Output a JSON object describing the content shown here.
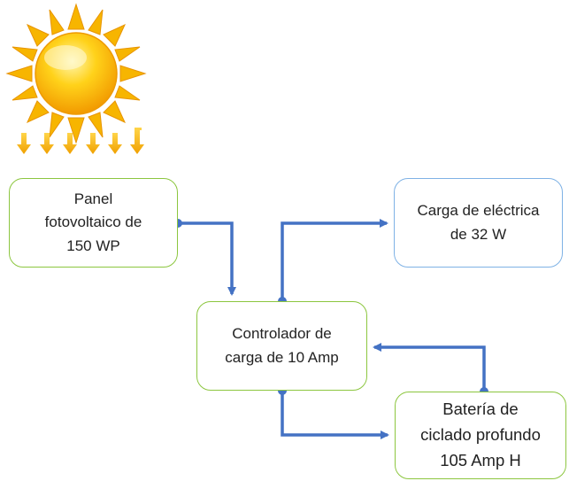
{
  "diagram": {
    "nodes": {
      "panel": {
        "label": "Panel\nfotovoltaico de\n150 WP"
      },
      "load": {
        "label": "Carga de eléctrica\nde 32 W"
      },
      "controller": {
        "label": "Controlador de\ncarga de 10 Amp"
      },
      "battery": {
        "label": "Batería de\nciclado profundo\n105 Amp H"
      }
    },
    "edges": [
      {
        "from": "panel",
        "to": "controller"
      },
      {
        "from": "controller",
        "to": "load"
      },
      {
        "from": "battery",
        "to": "controller"
      },
      {
        "from": "controller",
        "to": "battery"
      }
    ],
    "colors": {
      "connector": "#4472c4",
      "box_border_green": "#8cc63f",
      "box_border_blue": "#7fb2e5",
      "sun": "#f7a600",
      "sun_rays": "#f5b800"
    },
    "icons": {
      "sun": "sun-icon",
      "rays": "sun-rays-icon"
    }
  }
}
